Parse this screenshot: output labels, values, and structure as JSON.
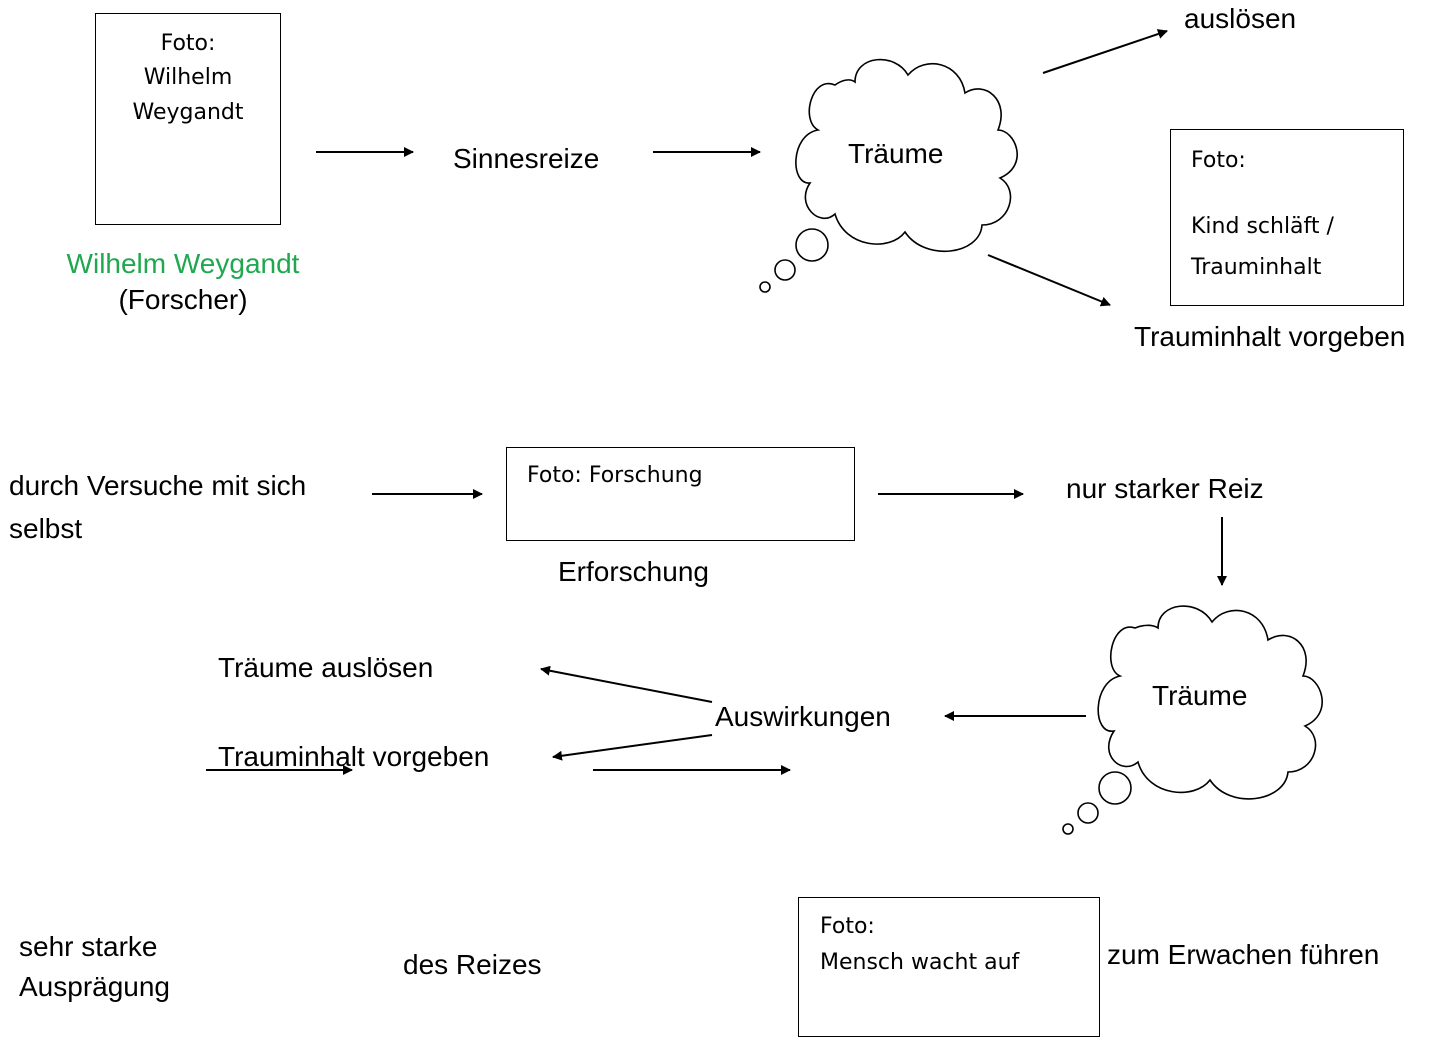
{
  "colors": {
    "researcher_name": "#1fa84f",
    "line": "#000000"
  },
  "section1": {
    "photo_box": {
      "line1": "Foto:",
      "line2": "Wilhelm",
      "line3": "Weygandt"
    },
    "researcher_name": "Wilhelm Weygandt",
    "researcher_role": "(Forscher)",
    "sinnesreize": "Sinnesreize",
    "cloud_label": "Träume",
    "ausloesen": "auslösen",
    "photo_box_2": {
      "line1": "Foto:",
      "line2": "Kind schläft /",
      "line3": "Trauminhalt"
    },
    "trauminhalt_vorgeben": "Trauminhalt vorgeben"
  },
  "section2": {
    "versuche_line1": "durch Versuche mit sich",
    "versuche_line2": "selbst",
    "photo_box": {
      "line1": "Foto: Forschung"
    },
    "erforschung": "Erforschung",
    "nur_starker_reiz": "nur starker Reiz",
    "cloud_label": "Träume",
    "auswirkungen": "Auswirkungen",
    "traeume_ausloesen": "Träume auslösen",
    "trauminhalt_vorgeben": "Trauminhalt vorgeben"
  },
  "section3": {
    "auspraegung_line1": "sehr starke",
    "auspraegung_line2": "Ausprägung",
    "des_reizes": "des Reizes",
    "photo_box": {
      "line1": "Foto:",
      "line2": "Mensch wacht auf"
    },
    "erwachen": "zum Erwachen führen"
  }
}
